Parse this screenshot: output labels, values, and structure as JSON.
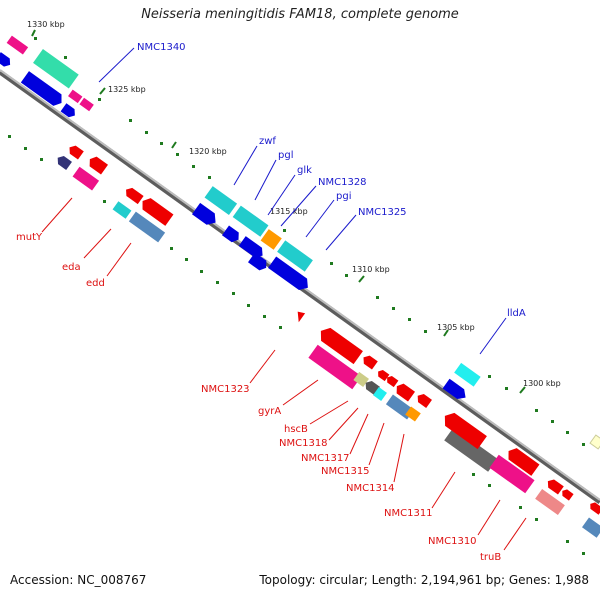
{
  "title": "Neisseria meningitidis FAM18, complete genome",
  "footer": {
    "accession": "Accession: NC_008767",
    "summary": "Topology: circular; Length: 2,194,961 bp; Genes: 1,988"
  },
  "ticks": [
    "1330 kbp",
    "1325 kbp",
    "1320 kbp",
    "1315 kbp",
    "1310 kbp",
    "1305 kbp",
    "1300 kbp"
  ],
  "forward_labels": [
    "NMC1340",
    "zwf",
    "pgl",
    "glk",
    "NMC1328",
    "pgi",
    "NMC1325",
    "lldA"
  ],
  "reverse_labels": [
    "mutY",
    "eda",
    "edd",
    "NMC1323",
    "gyrA",
    "hscB",
    "NMC1318",
    "NMC1317",
    "NMC1315",
    "NMC1314",
    "NMC1311",
    "NMC1310",
    "truB"
  ],
  "colors": {
    "forward_label": "#1a1acc",
    "reverse_label": "#dd1111",
    "backbone": "#888888",
    "tick_marks": "#1f7a1f",
    "cds_red": "#ee0000",
    "cds_blue": "#0000dd",
    "cds_cyan": "#22cccc",
    "cds_magenta": "#ee1188",
    "cds_orange": "#ff9900",
    "cds_gray": "#666666",
    "cds_steelblue": "#5588bb",
    "cds_teal": "#33ddaa"
  }
}
